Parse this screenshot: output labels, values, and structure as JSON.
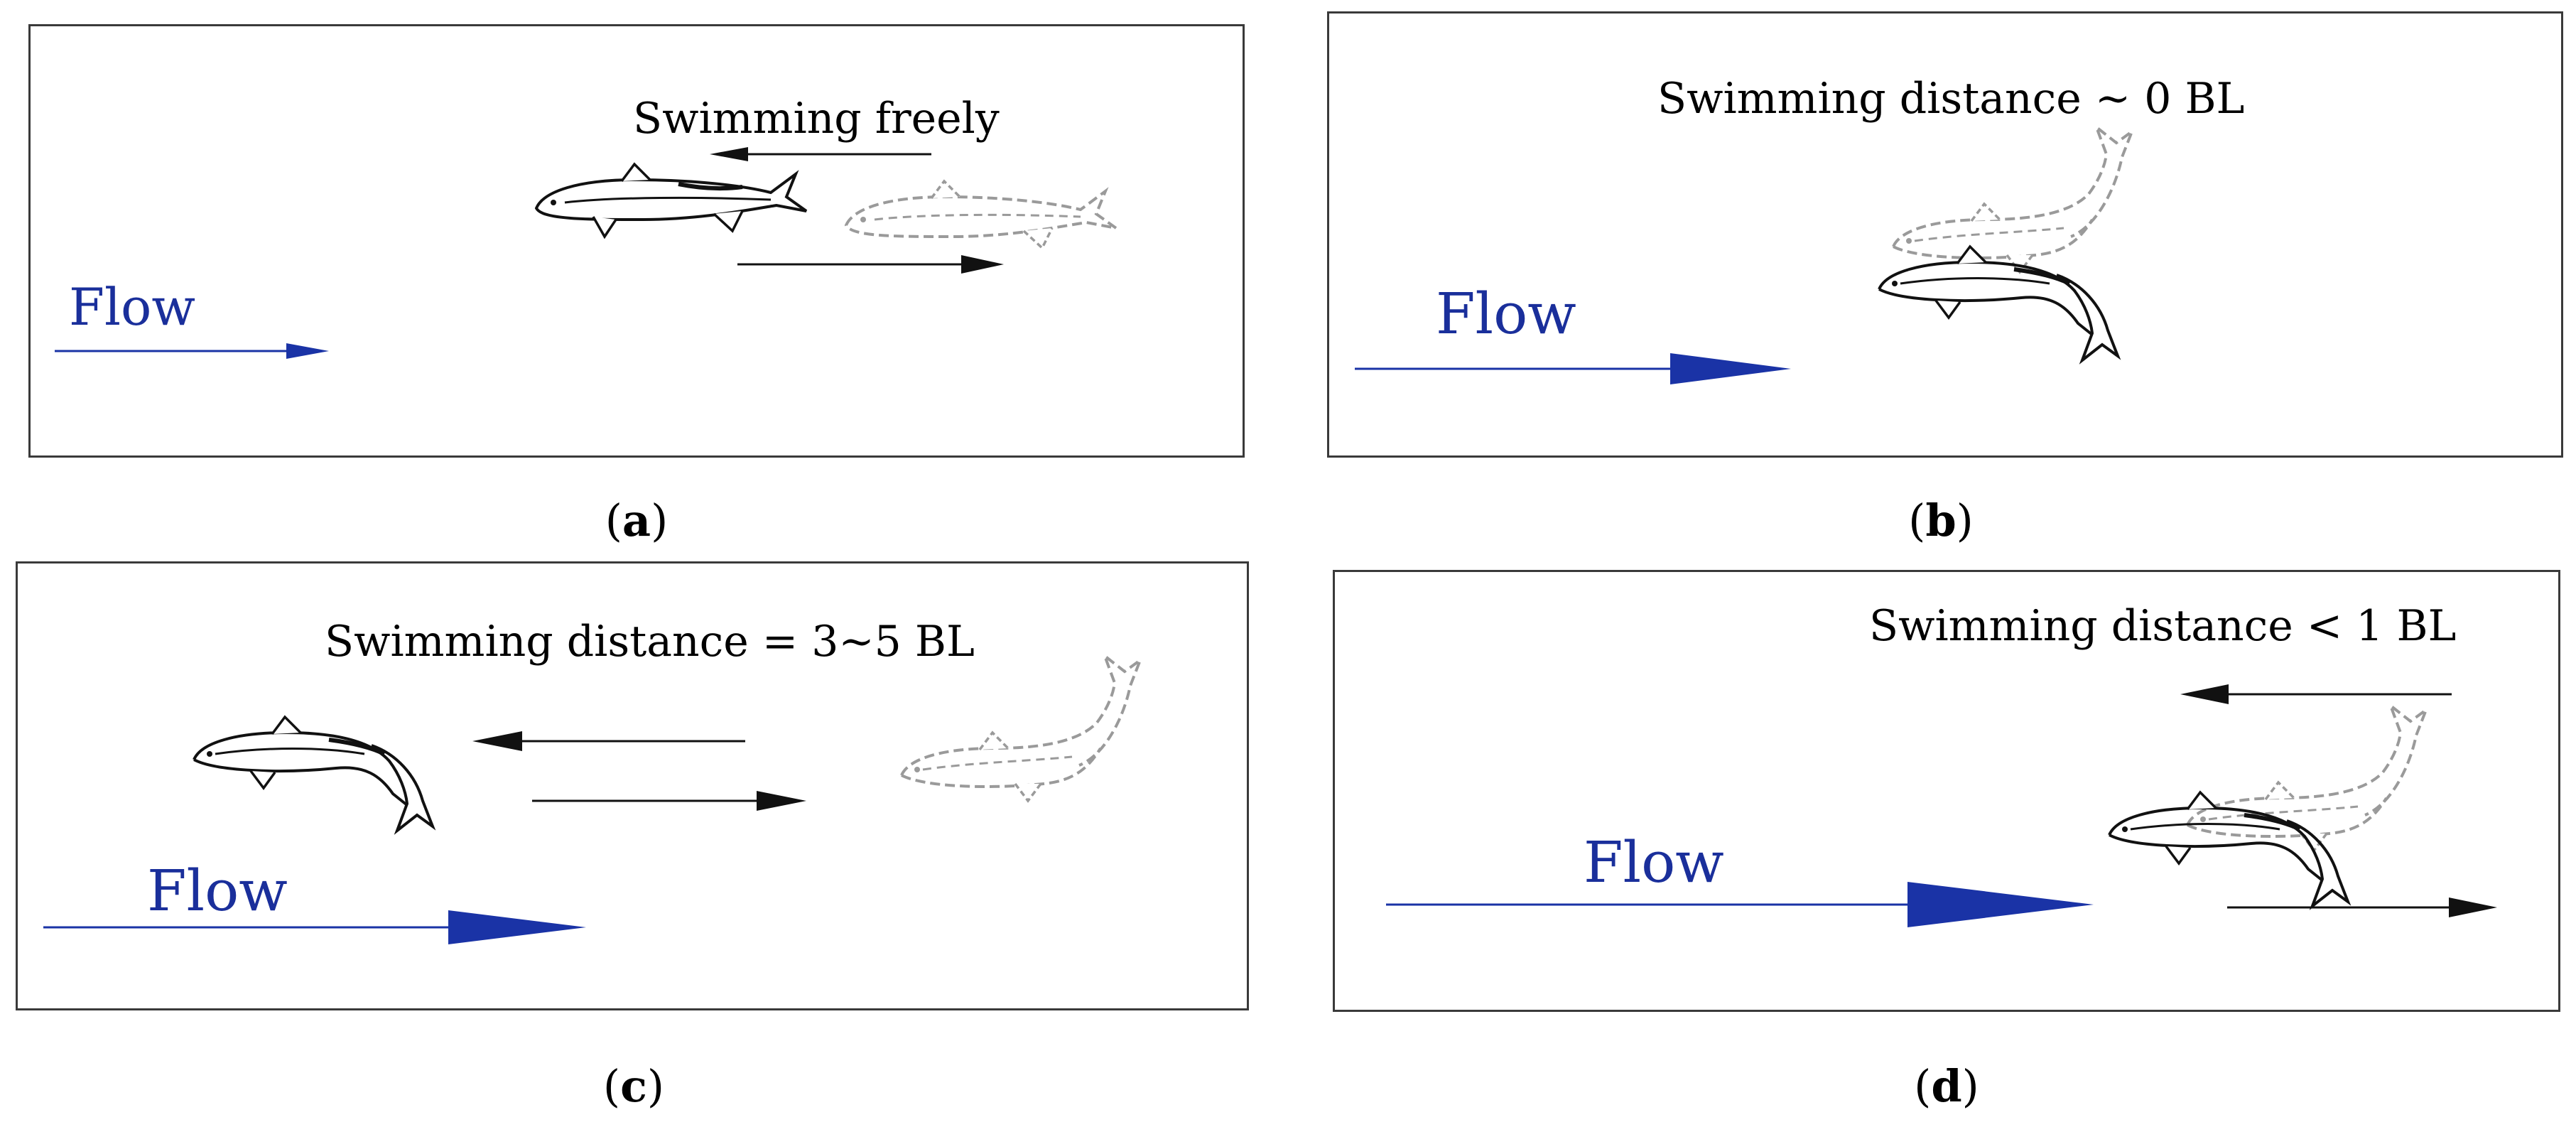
{
  "flow_color": "#1a33a6",
  "panels": {
    "a": {
      "caption_letter": "a",
      "label": "Swimming freely",
      "flow": "Flow"
    },
    "b": {
      "caption_letter": "b",
      "label": "Swimming distance ~ 0 BL",
      "flow": "Flow"
    },
    "c": {
      "caption_letter": "c",
      "label": "Swimming distance = 3~5 BL",
      "flow": "Flow"
    },
    "d": {
      "caption_letter": "d",
      "label": "Swimming distance < 1 BL",
      "flow": "Flow"
    }
  }
}
